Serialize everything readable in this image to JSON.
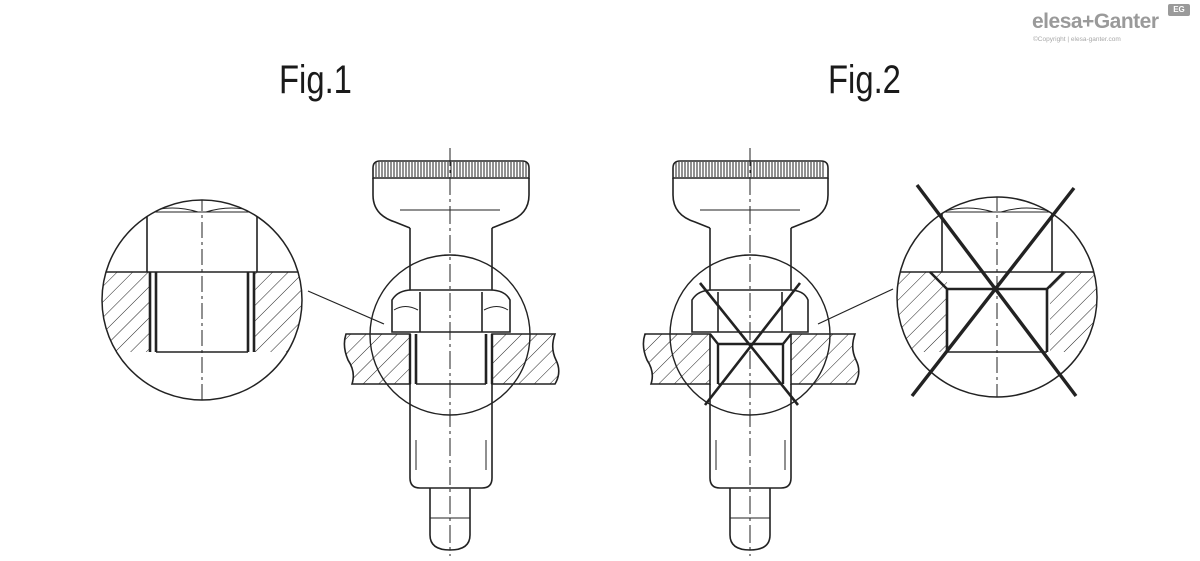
{
  "figures": [
    {
      "title": "Fig.1"
    },
    {
      "title": "Fig.2"
    }
  ],
  "logo": {
    "brand": "elesa+Ganter",
    "badge": "EG",
    "copyright": "©Copyright | elesa-ganter.com"
  },
  "colors": {
    "line": "#222222",
    "logo_gray": "#9a9a9a"
  }
}
